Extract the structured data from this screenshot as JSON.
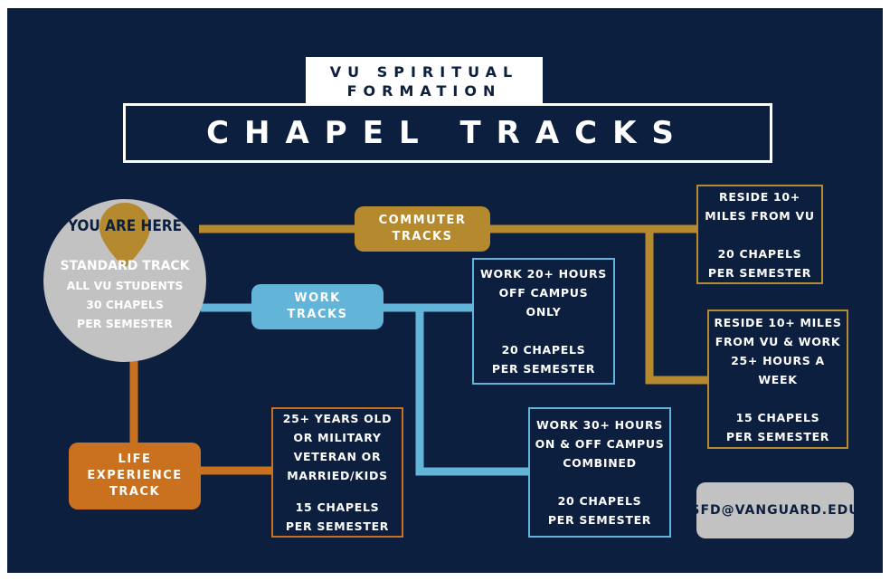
{
  "header": {
    "line1": "VU SPIRITUAL",
    "line2": "FORMATION",
    "title": "CHAPEL TRACKS"
  },
  "standard": {
    "you_are_here": "YOU ARE HERE",
    "name": "STANDARD TRACK",
    "audience": "ALL VU STUDENTS",
    "requirement_1": "30 CHAPELS",
    "requirement_2": "PER SEMESTER"
  },
  "tracks": {
    "commuter": {
      "line1": "COMMUTER",
      "line2": "TRACKS"
    },
    "work": {
      "line1": "WORK",
      "line2": "TRACKS"
    },
    "life": {
      "line1": "LIFE",
      "line2": "EXPERIENCE",
      "line3": "TRACK"
    }
  },
  "boxes": {
    "commuter_a": {
      "l1": "RESIDE 10+",
      "l2": "MILES FROM VU",
      "r1": "20 CHAPELS",
      "r2": "PER SEMESTER"
    },
    "commuter_b": {
      "l1": "RESIDE 10+ MILES",
      "l2": "FROM VU & WORK",
      "l3": "25+ HOURS A",
      "l4": "WEEK",
      "r1": "15 CHAPELS",
      "r2": "PER SEMESTER"
    },
    "work_a": {
      "l1": "WORK 20+ HOURS",
      "l2": "OFF CAMPUS",
      "l3": "ONLY",
      "r1": "20 CHAPELS",
      "r2": "PER SEMESTER"
    },
    "work_b": {
      "l1": "WORK 30+ HOURS",
      "l2": "ON & OFF CAMPUS",
      "l3": "COMBINED",
      "r1": "20 CHAPELS",
      "r2": "PER SEMESTER"
    },
    "life_a": {
      "l1": "25+ YEARS OLD",
      "l2": "OR MILITARY",
      "l3": "VETERAN OR",
      "l4": "MARRIED/KIDS",
      "r1": "15 CHAPELS",
      "r2": "PER SEMESTER"
    }
  },
  "contact": {
    "email": "SFD@VANGUARD.EDU"
  },
  "colors": {
    "background": "#0c1f3f",
    "commuter": "#b58a2e",
    "work": "#62b4d9",
    "life": "#c9711e",
    "grey": "#c2c2c2"
  }
}
